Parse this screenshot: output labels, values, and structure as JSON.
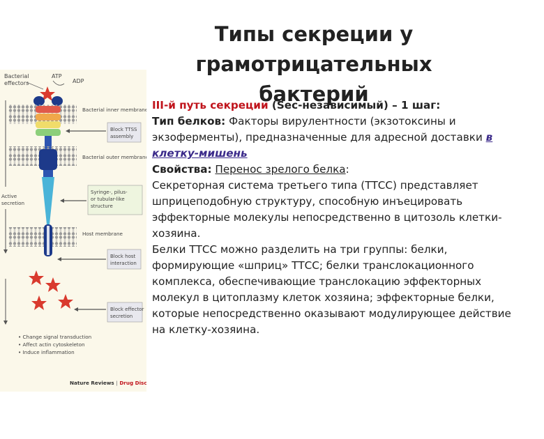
{
  "title": {
    "line1": "Типы секреции у грамотрицательных",
    "line2": "бактерий"
  },
  "body": {
    "heading_red": "III-й путь секреции",
    "heading_rest": " (Sec-независимый) – 1 шаг:",
    "type_label": "Тип белков:",
    "type_text": " Факторы вирулентности (экзотоксины и экзоферменты), предназначенные для адресной доставки ",
    "type_link": "в клетку-мишень",
    "props_label": "Свойства:",
    "props_space": " ",
    "props_text": "Перенос зрелого белка",
    "props_colon": ":",
    "para1": "Секреторная система третьего типа (ТТСС) представляет шприцеподобную структуру, способную инъецировать эффекторные молекулы непосредственно в цитозоль клетки-хозяина.",
    "para2": "Белки ТТСС можно разделить на три группы: белки, формирующие «шприц» ТТСС; белки транслокационного комплекса, обеспечивающие транслокацию эффекторных молекул в цитоплазму клеток хозяина; эффекторные белки, которые непосредственно оказывают модулирующее действие на клетку-хозяина."
  },
  "figure": {
    "bacterial_effectors": [
      "Bacterial",
      "effectors"
    ],
    "atp": "ATP",
    "adp": "ADP",
    "inner_membrane": "Bacterial inner membrane",
    "outer_membrane": "Bacterial outer membrane",
    "block_ttss": [
      "Block TTSS",
      "assembly"
    ],
    "syringe": [
      "Syringe-, pilus-",
      "or tubular-like",
      "structure"
    ],
    "active_secretion": [
      "Active",
      "secretion"
    ],
    "host_membrane": "Host membrane",
    "block_host": [
      "Block host",
      "interaction"
    ],
    "block_effector": [
      "Block effector",
      "secretion"
    ],
    "bullets": [
      "• Change signal transduction",
      "• Affect actin cytoskeleton",
      "• Induce inflammation"
    ],
    "credit_left": "Nature Reviews",
    "credit_sep": " | ",
    "credit_right": "Drug Discovery",
    "colors": {
      "red_star": "#d93a2e",
      "dark_blue": "#1d3a8a",
      "syringe_cyan": "#4ab4d8",
      "ring_red": "#e05a4a",
      "ring_orange": "#f0a84a",
      "ring_yellow": "#f0dc6a",
      "ring_green": "#8ccf7a"
    }
  }
}
